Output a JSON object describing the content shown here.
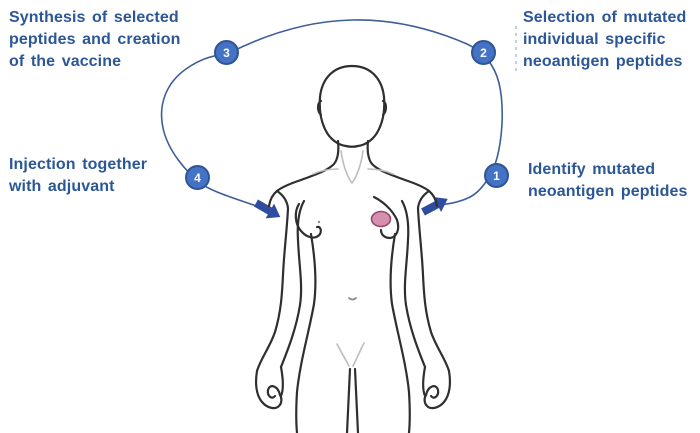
{
  "diagram": {
    "type": "cycle-diagram",
    "background": "#ffffff"
  },
  "steps": [
    {
      "number": "1",
      "label": "Identify mutated\nneoantigen peptides"
    },
    {
      "number": "2",
      "label": "Selection of mutated\nindividual specific\nneoantigen peptides"
    },
    {
      "number": "3",
      "label": "Synthesis of selected\npeptides and creation\nof the vaccine"
    },
    {
      "number": "4",
      "label": "Injection together\nwith adjuvant"
    }
  ],
  "icons": {
    "body": "female-figure-outline",
    "tumor": "tumor-spot",
    "arrow_in": "block-arrow-into-body",
    "arrow_out": "block-arrow-from-body",
    "loop": "cycle-ellipse",
    "connector": "dashed-connector"
  },
  "colors": {
    "label_text": "#2b5797",
    "badge_fill": "#4472c4",
    "badge_border": "#2f5597",
    "badge_number": "#ffffff",
    "loop_line": "#3d5e96",
    "arrow": "#2e4d9e",
    "body_outline": "#2f2f2f",
    "body_detail": "#bdbdbd",
    "tumor_fill": "#d78fb0",
    "tumor_border": "#96486b",
    "dashed_connector": "#a9c7e8"
  }
}
